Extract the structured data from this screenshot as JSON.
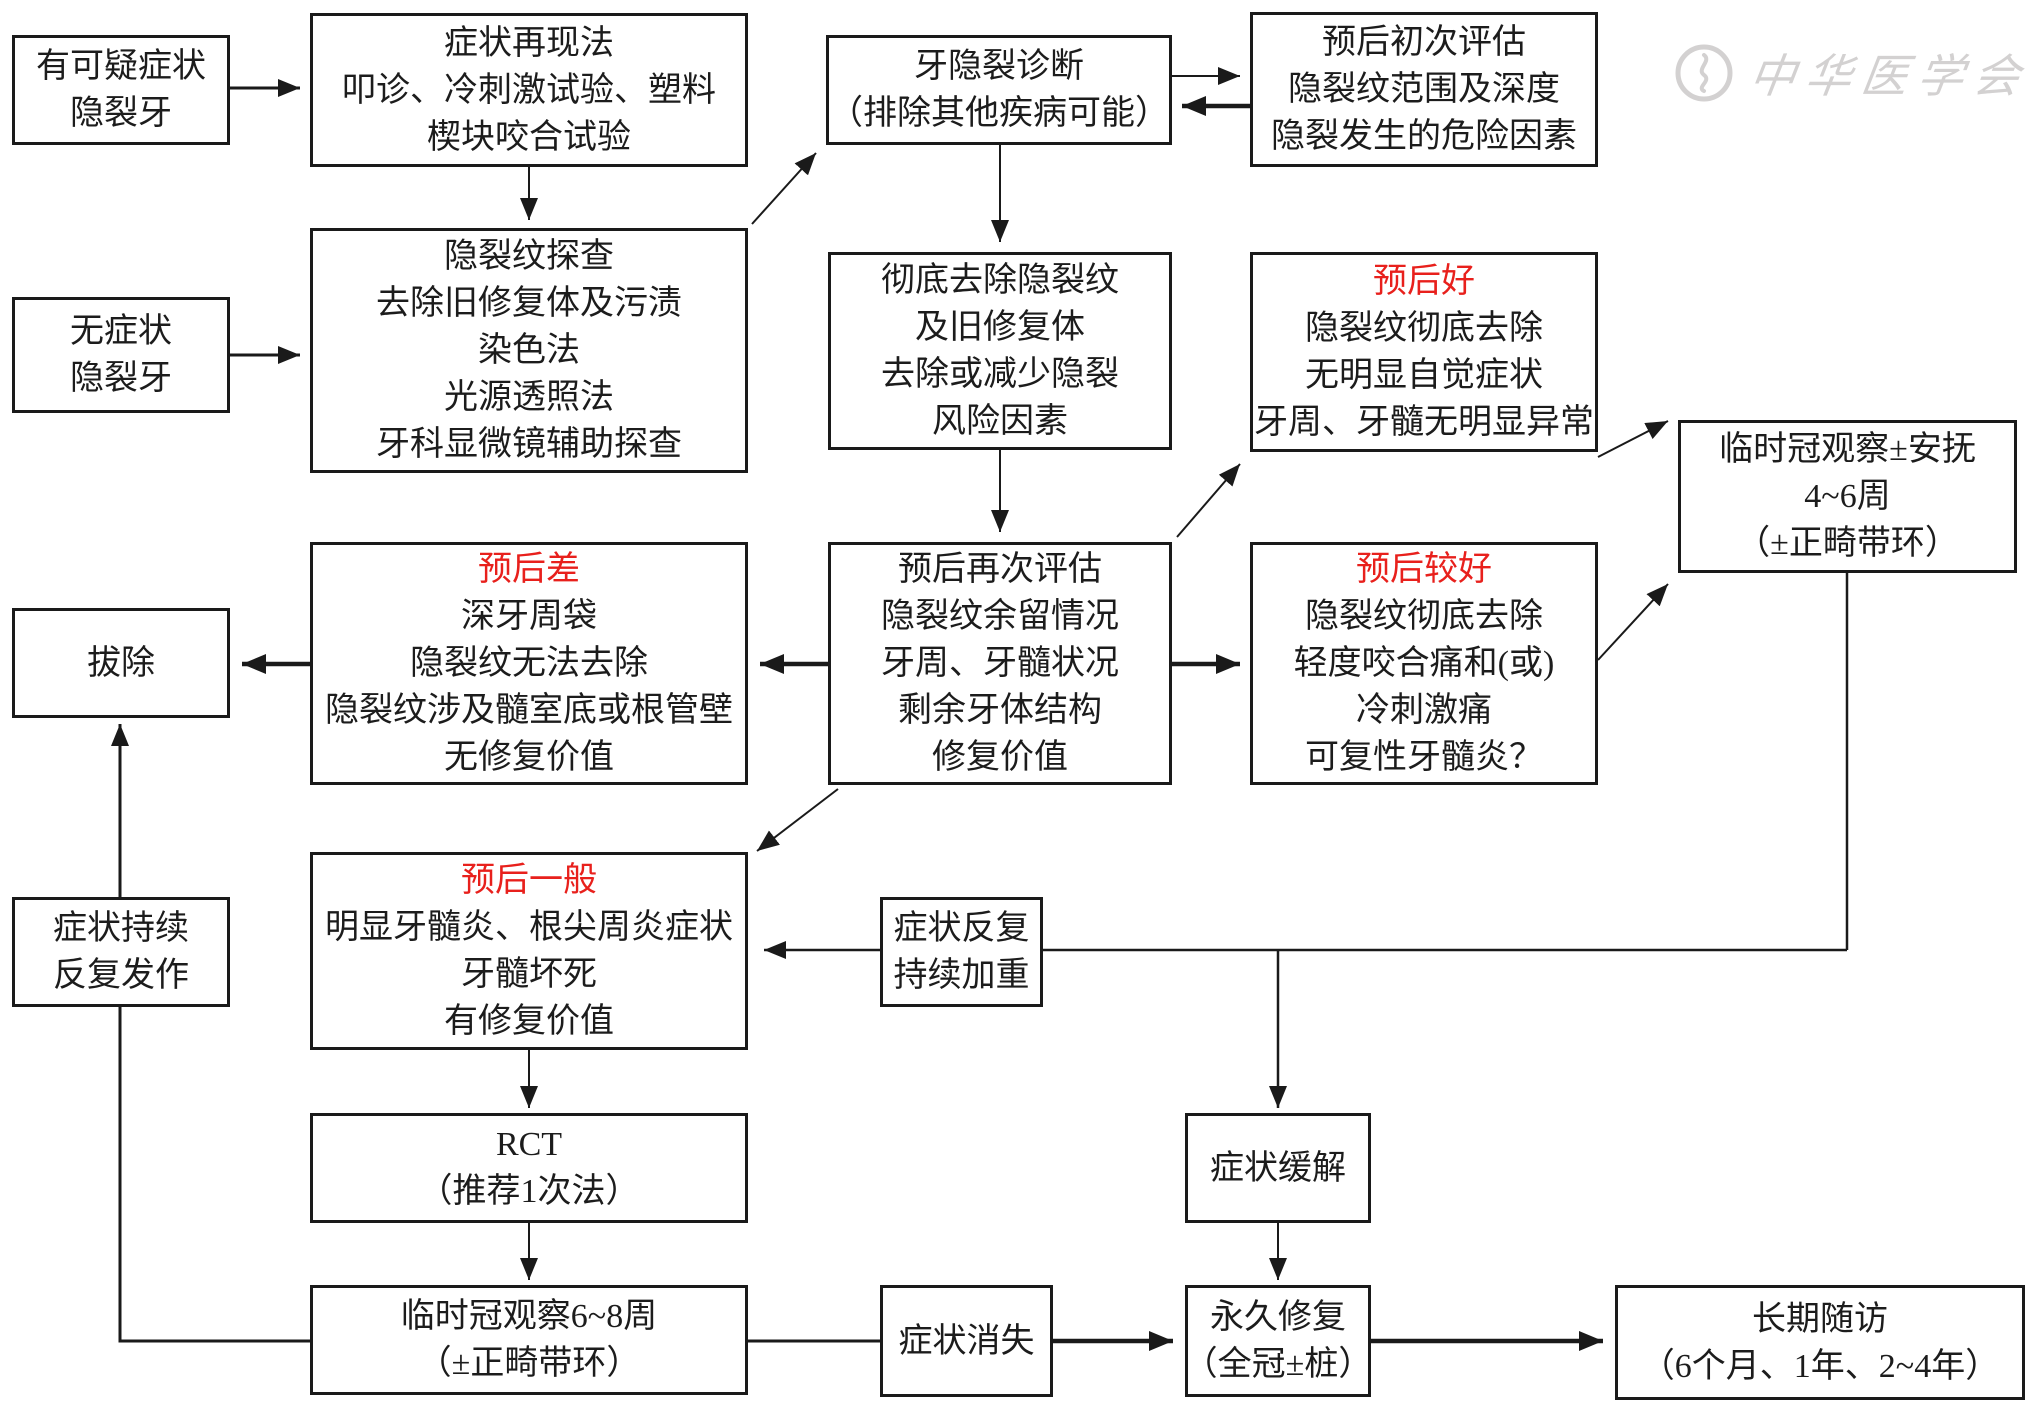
{
  "watermark": {
    "text": "中华医学会"
  },
  "colors": {
    "accent_red": "#e8201c",
    "line": "#1a1a1a",
    "watermark_gray": "#d3d1d1"
  },
  "boxes": {
    "suspected": {
      "lines": [
        "有可疑症状",
        "隐裂牙"
      ]
    },
    "reproduce": {
      "lines": [
        "症状再现法",
        "叩诊、冷刺激试验、塑料",
        "楔块咬合试验"
      ]
    },
    "diagnosis": {
      "lines": [
        "牙隐裂诊断",
        "（排除其他疾病可能）"
      ]
    },
    "initial_eval": {
      "lines": [
        "预后初次评估",
        "隐裂纹范围及深度",
        "隐裂发生的危险因素"
      ]
    },
    "exploration": {
      "lines": [
        "隐裂纹探查",
        "去除旧修复体及污渍",
        "染色法",
        "光源透照法",
        "牙科显微镜辅助探查"
      ]
    },
    "asymptomatic": {
      "lines": [
        "无症状",
        "隐裂牙"
      ]
    },
    "removal": {
      "lines": [
        "彻底去除隐裂纹",
        "及旧修复体",
        "去除或减少隐裂",
        "风险因素"
      ]
    },
    "prognosis_good": {
      "title": "预后好",
      "lines": [
        "隐裂纹彻底去除",
        "无明显自觉症状",
        "牙周、牙髓无明显异常"
      ]
    },
    "prognosis_poor": {
      "title": "预后差",
      "lines": [
        "深牙周袋",
        "隐裂纹无法去除",
        "隐裂纹涉及髓室底或根管壁",
        "无修复价值"
      ]
    },
    "extraction": {
      "lines": [
        "拔除"
      ]
    },
    "re_eval": {
      "lines": [
        "预后再次评估",
        "隐裂纹余留情况",
        "牙周、牙髓状况",
        "剩余牙体结构",
        "修复价值"
      ]
    },
    "prognosis_fair_good": {
      "title": "预后较好",
      "lines": [
        "隐裂纹彻底去除",
        "轻度咬合痛和(或)",
        "冷刺激痛",
        "可复性牙髓炎？"
      ]
    },
    "temp_crown_46": {
      "lines": [
        "临时冠观察±安抚",
        "4~6周",
        "（±正畸带环）"
      ]
    },
    "prognosis_fair": {
      "title": "预后一般",
      "lines": [
        "明显牙髓炎、根尖周炎症状",
        "牙髓坏死",
        "有修复价值"
      ]
    },
    "symptom_persist": {
      "lines": [
        "症状持续",
        "反复发作"
      ]
    },
    "symptom_recur": {
      "lines": [
        "症状反复",
        "持续加重"
      ]
    },
    "rct": {
      "lines": [
        "RCT",
        "（推荐1次法）"
      ]
    },
    "symptom_relief": {
      "lines": [
        "症状缓解"
      ]
    },
    "temp_crown_68": {
      "lines": [
        "临时冠观察6~8周",
        "（±正畸带环）"
      ]
    },
    "symptom_gone": {
      "lines": [
        "症状消失"
      ]
    },
    "permanent_restoration": {
      "lines": [
        "永久修复",
        "（全冠±桩）"
      ]
    },
    "follow_up": {
      "lines": [
        "长期随访",
        "（6个月、1年、2~4年）"
      ]
    }
  }
}
